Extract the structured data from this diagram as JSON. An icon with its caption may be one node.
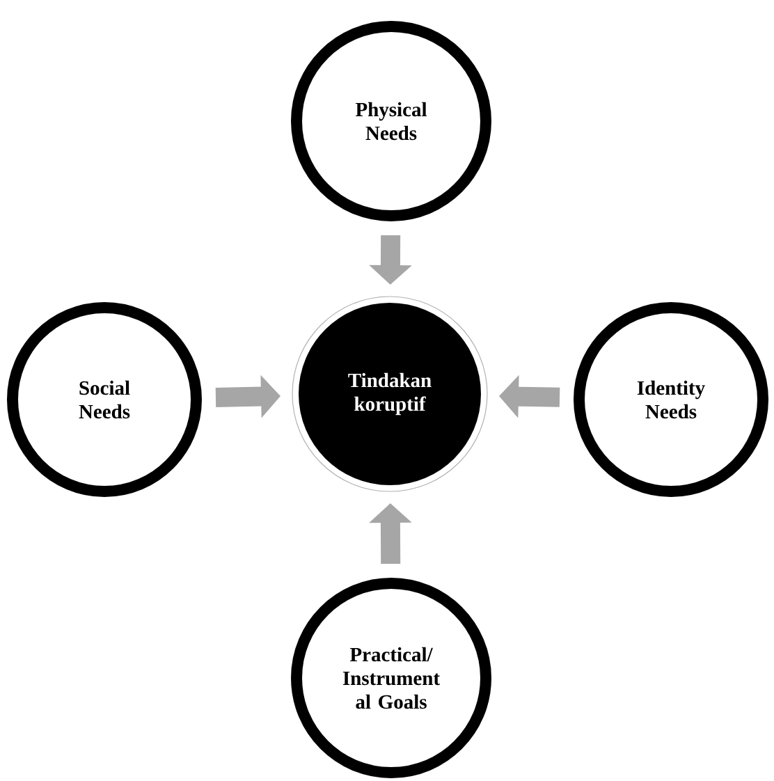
{
  "diagram": {
    "nodes": [
      {
        "text": [
          "Physical Needs"
        ]
      },
      {
        "text": [
          "Social Needs"
        ]
      },
      {
        "text": [
          "Tindakan koruptif"
        ]
      },
      {
        "text": [
          "Identity Needs"
        ]
      },
      {
        "text": [
          "Practical/ Instrument al Goals"
        ]
      }
    ],
    "edges": [
      {
        "from": 0,
        "to": 2,
        "arrow": "to"
      },
      {
        "from": 1,
        "to": 2,
        "arrow": "to"
      },
      {
        "from": 3,
        "to": 2,
        "arrow": "to"
      },
      {
        "from": 4,
        "to": 2,
        "arrow": "to"
      }
    ]
  }
}
